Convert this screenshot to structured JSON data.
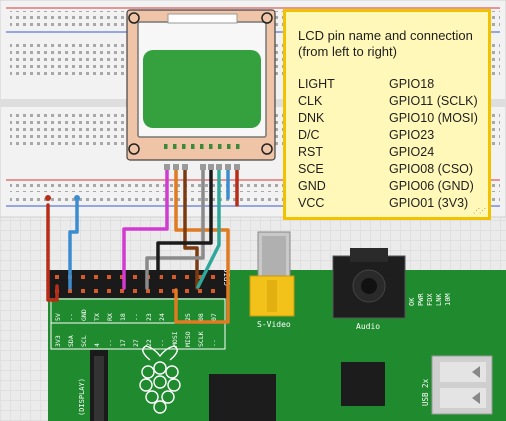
{
  "note": {
    "title_line1": "LCD pin name and connection",
    "title_line2": "(from left to right)",
    "pins": [
      {
        "name": "LIGHT",
        "connection": "GPIO18"
      },
      {
        "name": "CLK",
        "connection": "GPIO11 (SCLK)"
      },
      {
        "name": "DNK",
        "connection": "GPIO10 (MOSI)"
      },
      {
        "name": "D/C",
        "connection": "GPIO23"
      },
      {
        "name": "RST",
        "connection": "GPIO24"
      },
      {
        "name": "SCE",
        "connection": "GPIO08 (CSO)"
      },
      {
        "name": "GND",
        "connection": "GPIO06 (GND)"
      },
      {
        "name": "VCC",
        "connection": "GPIO01 (3V3)"
      }
    ]
  },
  "board": {
    "svideo_label": "S-Video",
    "audio_label": "Audio",
    "gpio_label": "GPIO",
    "display_label": "(DISPLAY)",
    "usb_label": "USB 2x",
    "led_labels": [
      "OK",
      "PWR",
      "FDX",
      "LNK",
      "10M"
    ],
    "header_top_labels": [
      "5V",
      "--",
      "GND",
      "TX",
      "RX",
      "18",
      "--",
      "23",
      "24",
      "--",
      "25",
      "08",
      "07"
    ],
    "header_bottom_labels": [
      "3V3",
      "SDA",
      "SCL",
      "4",
      "--",
      "17",
      "27",
      "22",
      "--",
      "MOSI",
      "MISO",
      "SCLK",
      "--"
    ]
  },
  "colors": {
    "board_green": "#1f8a2e",
    "wire_red": "#b92c18",
    "wire_blue": "#3c8cd0",
    "wire_magenta": "#d23ad2",
    "wire_orange": "#e07b22",
    "wire_brown": "#7a3b10",
    "wire_gray": "#8a8a8a",
    "wire_black": "#1a1a1a",
    "wire_teal": "#2fa79a",
    "note_bg": "#fff8b8",
    "note_border": "#f2c200"
  }
}
